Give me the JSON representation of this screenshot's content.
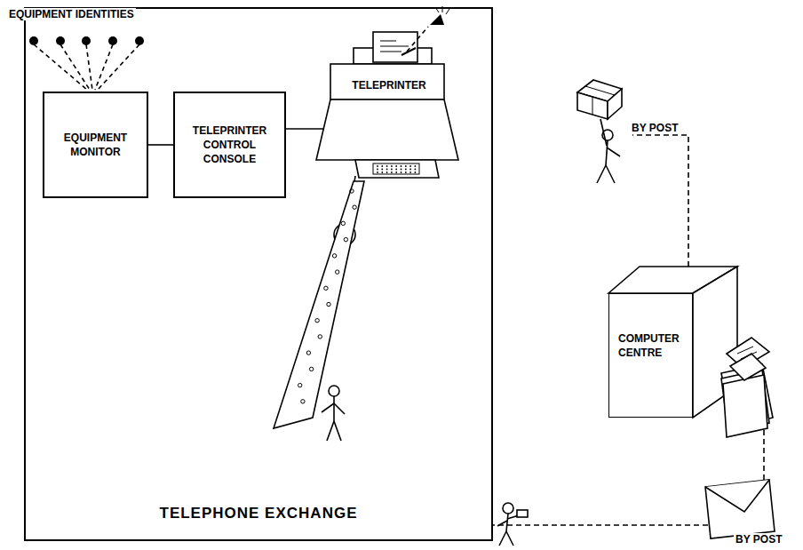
{
  "diagram": {
    "nodes": [
      {
        "text": [
          "TELEPHONE EXCHANGE"
        ]
      },
      {
        "text": [
          "EQUIPMENT MONITOR"
        ],
        "in": 0
      },
      {
        "text": [
          "TELEPRINTER CONTROL CONSOLE"
        ],
        "in": 0
      },
      {
        "text": [
          "TELEPRINTER"
        ],
        "in": 0
      },
      {
        "text": [
          "COMPUTER CENTRE"
        ]
      }
    ],
    "edges": [
      {
        "from": 1,
        "to": 2,
        "arrow": "none"
      },
      {
        "from": 2,
        "to": 3,
        "arrow": "none"
      },
      {
        "from": 4,
        "to": 0,
        "label": "BY POST",
        "arrow": "none"
      }
    ],
    "labels": [
      "EQUIPMENT IDENTITIES",
      "BY POST"
    ]
  }
}
